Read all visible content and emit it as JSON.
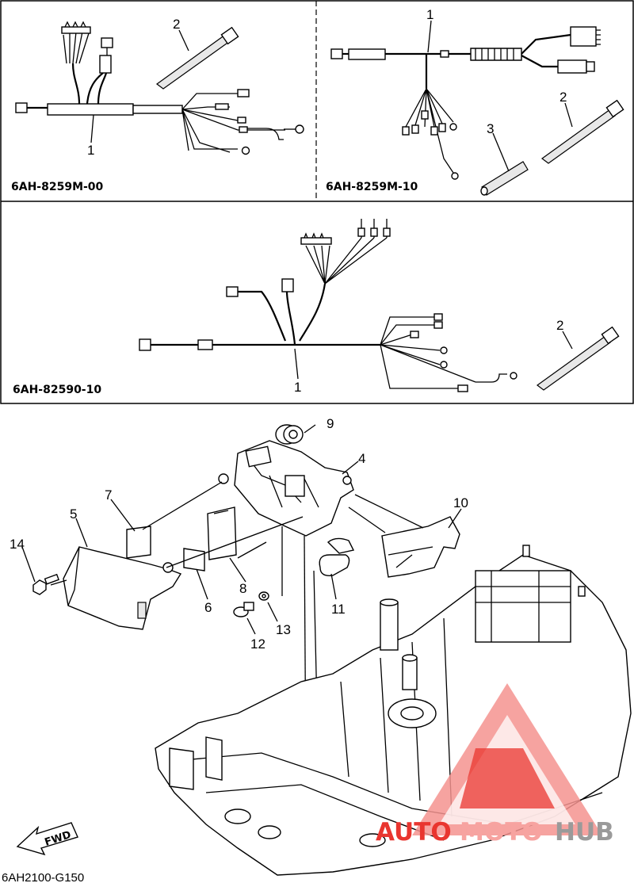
{
  "panels": {
    "top_left": {
      "code": "6AH-8259M-00"
    },
    "top_right": {
      "code": "6AH-8259M-10"
    },
    "middle": {
      "code": "6AH-82590-10"
    }
  },
  "callouts": {
    "tl_1": "1",
    "tl_2": "2",
    "tr_1": "1",
    "tr_2": "2",
    "tr_3": "3",
    "mid_1": "1",
    "mid_2": "2",
    "n4": "4",
    "n5": "5",
    "n6": "6",
    "n7": "7",
    "n8": "8",
    "n9": "9",
    "n10": "10",
    "n11": "11",
    "n12": "12",
    "n13": "13",
    "n14": "14"
  },
  "fwd_label": "FWD",
  "figure_code": "6AH2100-G150",
  "watermark": {
    "part1": "AUTO",
    "part2": "MOTO",
    "part3": "HUB",
    "color_red": "#e9352f",
    "color_pink": "#f7a3a0",
    "color_gray": "#9a9a9a"
  }
}
